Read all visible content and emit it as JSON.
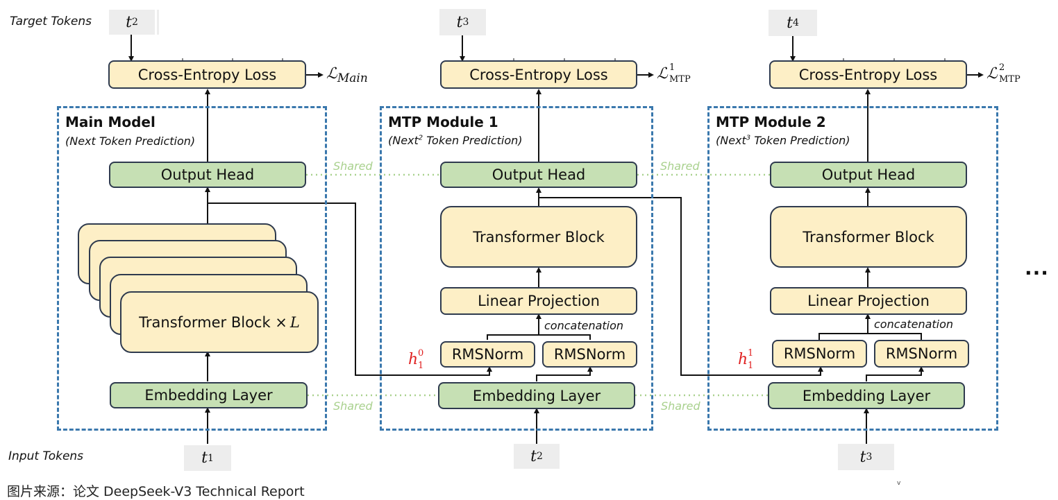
{
  "labels": {
    "target_tokens": "Target Tokens",
    "input_tokens": "Input Tokens",
    "shared": "Shared",
    "concatenation": "concatenation",
    "ellipsis": "...",
    "caption": "图片来源：论文 DeepSeek-V3 Technical Report",
    "stray_mark": "v"
  },
  "modules": [
    {
      "title": "Main Model",
      "subtitle_pre": "(Next Token Prediction)",
      "target_token": {
        "base": "t",
        "sub": "2"
      },
      "input_token": {
        "base": "t",
        "sub": "1"
      },
      "loss_box": "Cross-Entropy Loss",
      "loss": {
        "symbol": "ℒ",
        "sub": "Main",
        "sup": ""
      },
      "output_head": "Output Head",
      "transformer": "Transformer Block × ",
      "transformer_var": "L",
      "embedding": "Embedding Layer"
    },
    {
      "title": "MTP Module 1",
      "subtitle_pre": "(Next",
      "subtitle_sup": "2",
      "subtitle_post": " Token Prediction)",
      "target_token": {
        "base": "t",
        "sub": "3"
      },
      "input_token": {
        "base": "t",
        "sub": "2"
      },
      "loss_box": "Cross-Entropy Loss",
      "loss": {
        "symbol": "ℒ",
        "sub": "MTP",
        "sup": "1"
      },
      "output_head": "Output Head",
      "transformer": "Transformer Block",
      "linear": "Linear Projection",
      "rmsnorm_left": "RMSNorm",
      "rmsnorm_right": "RMSNorm",
      "embedding": "Embedding Layer",
      "hidden": {
        "base": "h",
        "sub": "1",
        "sup": "0"
      }
    },
    {
      "title": "MTP Module 2",
      "subtitle_pre": "(Next",
      "subtitle_sup": "3",
      "subtitle_post": " Token Prediction)",
      "target_token": {
        "base": "t",
        "sub": "4"
      },
      "input_token": {
        "base": "t",
        "sub": "3"
      },
      "loss_box": "Cross-Entropy Loss",
      "loss": {
        "symbol": "ℒ",
        "sub": "MTP",
        "sup": "2"
      },
      "output_head": "Output Head",
      "transformer": "Transformer Block",
      "linear": "Linear Projection",
      "rmsnorm_left": "RMSNorm",
      "rmsnorm_right": "RMSNorm",
      "embedding": "Embedding Layer",
      "hidden": {
        "base": "h",
        "sub": "1",
        "sup": "1"
      }
    }
  ],
  "colors": {
    "block_yellow": "#fdefc6",
    "block_green": "#c6e0b4",
    "module_border": "#3a78ad",
    "shared_green": "#a9d18e",
    "hidden_red": "#e02020",
    "token_gray": "#ededed"
  }
}
